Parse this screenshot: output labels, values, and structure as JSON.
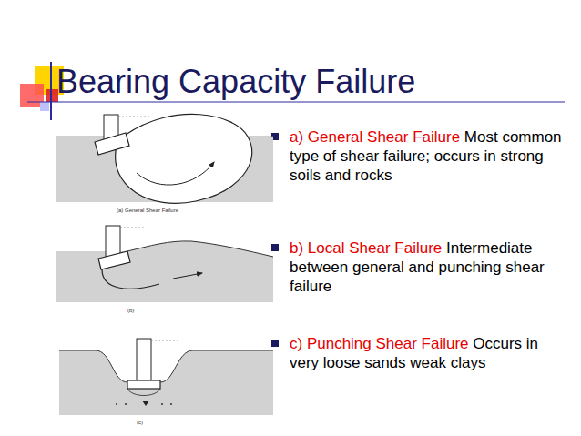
{
  "diagram": {
    "title": "Bearing Capacity Failure",
    "labels": [
      "a) General Shear Failure",
      "Most common type of shear failure; occurs in strong soils and rocks",
      "b) Local Shear Failure",
      "Intermediate between general and punching shear failure",
      "c) Punching Shear Failure",
      "Occurs in very loose sands weak clays",
      "(a) General Shear Failure",
      "(b)",
      "(c)"
    ]
  }
}
